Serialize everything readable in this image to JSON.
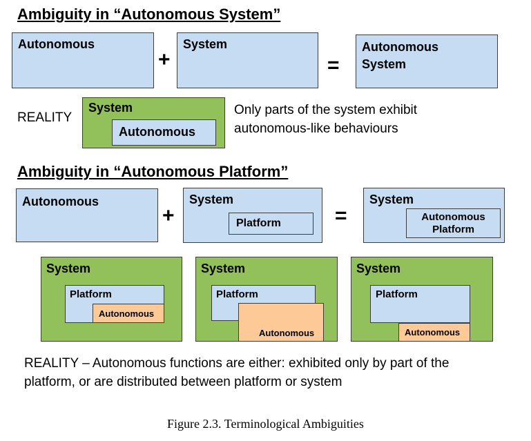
{
  "section1": {
    "heading": "Ambiguity in “Autonomous System”",
    "box_a": "Autonomous",
    "plus": "+",
    "box_b": "System",
    "equals": "=",
    "result_line1": "Autonomous",
    "result_line2": "System",
    "reality_label": "REALITY",
    "reality_outer": "System",
    "reality_inner": "Autonomous",
    "reality_note_line1": "Only parts of the system exhibit",
    "reality_note_line2": "autonomous-like behaviours"
  },
  "section2": {
    "heading": "Ambiguity in “Autonomous Platform”",
    "box_a": "Autonomous",
    "plus": "+",
    "box_b_outer": "System",
    "box_b_inner": "Platform",
    "equals": "=",
    "result_outer": "System",
    "result_inner_line1": "Autonomous",
    "result_inner_line2": "Platform",
    "realities": [
      {
        "outer": "System",
        "platform": "Platform",
        "autonomous": "Autonomous"
      },
      {
        "outer": "System",
        "platform": "Platform",
        "autonomous": "Autonomous"
      },
      {
        "outer": "System",
        "platform": "Platform",
        "autonomous": "Autonomous"
      }
    ],
    "reality_text_line1": "REALITY – Autonomous functions are either:  exhibited only by part of the",
    "reality_text_line2": "platform, or are distributed between platform or system"
  },
  "caption": "Figure 2.3. Terminological Ambiguities",
  "colors": {
    "blue": "#c6dcf2",
    "green": "#92c05a",
    "orange": "#fcc997",
    "border": "#3c3c3c"
  }
}
